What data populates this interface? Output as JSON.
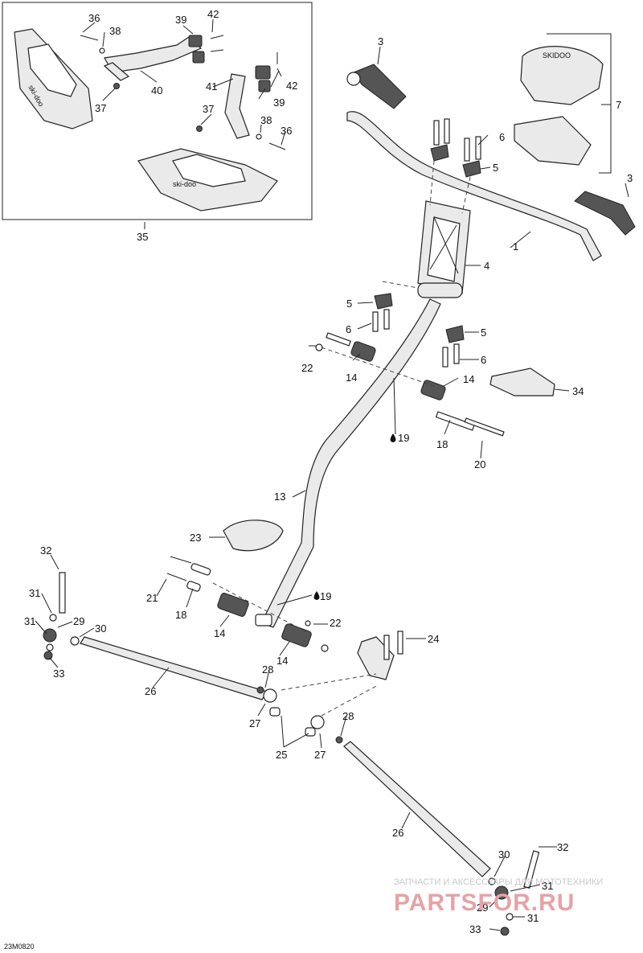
{
  "diagram_code": "23M0820",
  "callouts": {
    "c1": "1",
    "c3a": "3",
    "c3b": "3",
    "c4": "4",
    "c5a": "5",
    "c5b": "5",
    "c5c": "5",
    "c6a": "6",
    "c6b": "6",
    "c6c": "6",
    "c7": "7",
    "c13": "13",
    "c14a": "14",
    "c14b": "14",
    "c14c": "14",
    "c14d": "14",
    "c18a": "18",
    "c18b": "18",
    "c19a": "19",
    "c19b": "19",
    "c20": "20",
    "c21": "21",
    "c22a": "22",
    "c22b": "22",
    "c23": "23",
    "c24": "24",
    "c25": "25",
    "c26a": "26",
    "c26b": "26",
    "c27a": "27",
    "c27b": "27",
    "c28a": "28",
    "c28b": "28",
    "c29a": "29",
    "c29b": "29",
    "c30a": "30",
    "c30b": "30",
    "c31a": "31",
    "c31b": "31",
    "c31c": "31",
    "c31d": "31",
    "c32a": "32",
    "c32b": "32",
    "c33a": "33",
    "c33b": "33",
    "c34": "34",
    "c35": "35",
    "c36a": "36",
    "c36b": "36",
    "c37a": "37",
    "c37b": "37",
    "c38a": "38",
    "c38b": "38",
    "c39a": "39",
    "c39b": "39",
    "c40": "40",
    "c41": "41",
    "c42a": "42",
    "c42b": "42"
  },
  "brand_text": "ski-doo",
  "grip_logo": "SKIDOO",
  "watermark": {
    "line1": "ЗАПЧАСТИ И АКСЕССУАРЫ ДЛЯ МОТОТЕХНИКИ",
    "line2": "PARTSFOR.RU"
  },
  "colors": {
    "line": "#222222",
    "part_fill": "#eaeaea",
    "watermark_red": "#e5a3a6",
    "watermark_grey": "#c8c8c8"
  }
}
